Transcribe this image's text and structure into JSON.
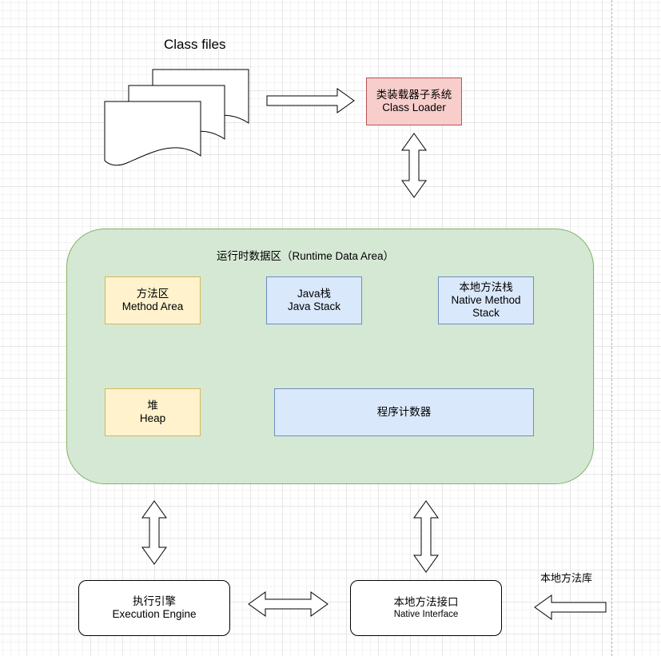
{
  "class_files": {
    "label": "Class files"
  },
  "class_loader": {
    "line1": "类装载器子系统",
    "line2": "Class Loader"
  },
  "runtime_area": {
    "title": "运行时数据区（Runtime Data Area）",
    "method_area": {
      "line1": "方法区",
      "line2": "Method Area"
    },
    "java_stack": {
      "line1": "Java栈",
      "line2": "Java Stack"
    },
    "native_stack": {
      "line1": "本地方法栈",
      "line2": "Native Method",
      "line3": "Stack"
    },
    "heap": {
      "line1": "堆",
      "line2": "Heap"
    },
    "pc_register": {
      "line1": "程序计数器"
    }
  },
  "execution_engine": {
    "line1": "执行引擎",
    "line2": "Execution Engine"
  },
  "native_interface": {
    "line1": "本地方法接口",
    "line2": "Native Interface"
  },
  "native_library": {
    "label": "本地方法库"
  }
}
